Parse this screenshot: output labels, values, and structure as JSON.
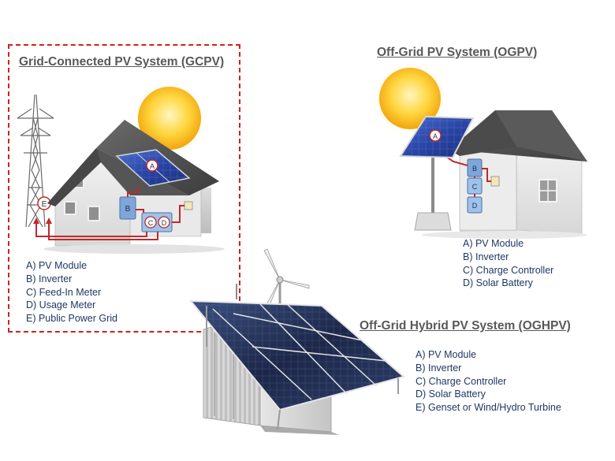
{
  "gcpv": {
    "title": "Grid-Connected PV System (GCPV)",
    "items": [
      "A) PV Module",
      "B) Inverter",
      "C) Feed-In Meter",
      "D) Usage Meter",
      "E) Public Power Grid"
    ],
    "markers": [
      "A",
      "B",
      "C",
      "D",
      "E"
    ]
  },
  "ogpv": {
    "title": "Off-Grid PV System (OGPV)",
    "items": [
      "A) PV Module",
      "B) Inverter",
      "C) Charge Controller",
      "D) Solar Battery"
    ],
    "markers": [
      "A",
      "B",
      "C",
      "D"
    ]
  },
  "oghpv": {
    "title": "Off-Grid Hybrid PV System (OGHPV)",
    "items": [
      "A) PV Module",
      "B) Inverter",
      "C) Charge Controller",
      "D) Solar Battery",
      "E) Genset or Wind/Hydro Turbine"
    ]
  },
  "colors": {
    "dashed_frame": "#d42020",
    "wiring": "#c0282d",
    "legend_text": "#1f3864",
    "title_text": "#595959"
  }
}
